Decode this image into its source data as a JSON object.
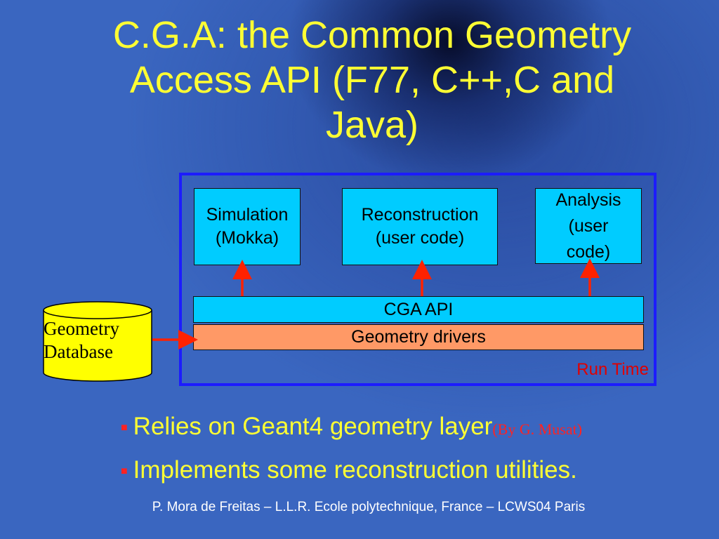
{
  "title": {
    "line1": "C.G.A: the Common Geometry",
    "line2": "Access API (F77, C++,C and",
    "line3": "Java)"
  },
  "diagram": {
    "simulation": {
      "line1": "Simulation",
      "line2": "(Mokka)"
    },
    "reconstruction": {
      "line1": "Reconstruction",
      "line2": "(user code)"
    },
    "analysis": {
      "line1": "Analysis",
      "line2": "(user",
      "line3": "code)"
    },
    "cga_api": "CGA API",
    "geometry_drivers": "Geometry drivers",
    "run_time": "Run Time",
    "database": {
      "line1": "Geometry",
      "line2": "Database"
    }
  },
  "bullets": [
    {
      "text": "Relies on Geant4 geometry layer",
      "credit": "(By G. Musat)"
    },
    {
      "text": "Implements some reconstruction utilities."
    }
  ],
  "footer": "P. Mora de Freitas – L.L.R. Ecole polytechnique, France – LCWS04 Paris",
  "colors": {
    "background": "#3a66c0",
    "title": "#ffff33",
    "box_cyan": "#00ccff",
    "box_orange": "#ff9966",
    "database": "#ffff00",
    "arrow": "#ff2200",
    "frame": "#1c1cff"
  }
}
